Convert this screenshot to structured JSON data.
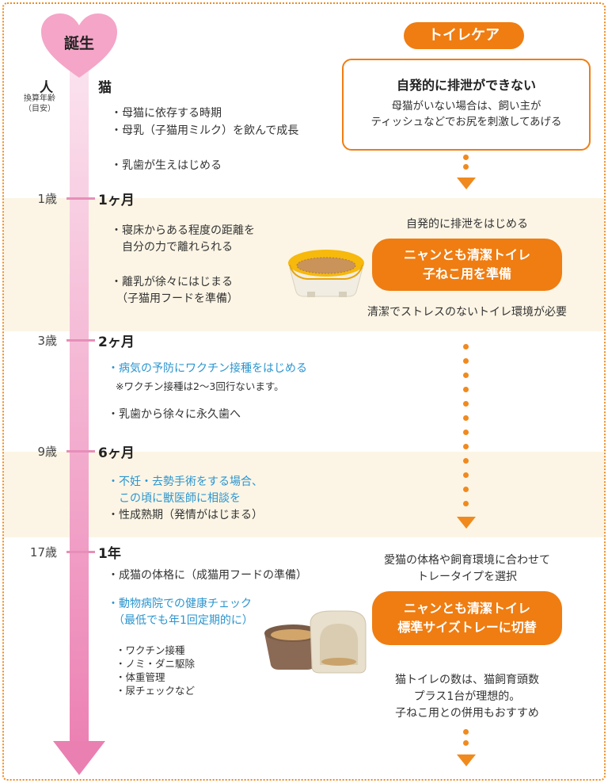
{
  "header": {
    "birth": "誕生",
    "toilet_care": "トイレケア",
    "human": "人",
    "human_note": "換算年齢\n（目安）",
    "cat": "猫"
  },
  "stages": [
    {
      "human_age": "",
      "cat_age": "",
      "items": [
        {
          "text": "・母猫に依存する時期",
          "color": "default"
        },
        {
          "text": "・母乳（子猫用ミルク）を飲んで成長",
          "color": "default"
        },
        {
          "text": "・乳歯が生えはじめる",
          "color": "default"
        }
      ]
    },
    {
      "human_age": "1歳",
      "cat_age": "1ヶ月",
      "items": [
        {
          "text": "・寝床からある程度の距離を\n　自分の力で離れられる",
          "color": "default"
        },
        {
          "text": "・離乳が徐々にはじまる\n　（子猫用フードを準備）",
          "color": "default"
        }
      ]
    },
    {
      "human_age": "3歳",
      "cat_age": "2ヶ月",
      "items": [
        {
          "text": "・病気の予防にワクチン接種をはじめる",
          "color": "blue"
        },
        {
          "text": "※ワクチン接種は2～3回行ないます。",
          "color": "default"
        },
        {
          "text": "・乳歯から徐々に永久歯へ",
          "color": "default"
        }
      ]
    },
    {
      "human_age": "9歳",
      "cat_age": "6ヶ月",
      "items": [
        {
          "text": "・不妊・去勢手術をする場合、\n　この頃に獣医師に相談を",
          "color": "blue"
        },
        {
          "text": "・性成熟期（発情がはじまる）",
          "color": "default"
        }
      ]
    },
    {
      "human_age": "17歳",
      "cat_age": "1年",
      "items": [
        {
          "text": "・成猫の体格に（成猫用フードの準備）",
          "color": "default"
        },
        {
          "text": "・動物病院での健康チェック\n　（最低でも年1回定期的に）",
          "color": "blue"
        },
        {
          "text": "・ワクチン接種\n・ノミ・ダニ駆除\n・体重管理\n・尿チェックなど",
          "color": "default"
        }
      ]
    }
  ],
  "care": {
    "box1_title": "自発的に排泄ができない",
    "box1_text": "母猫がいない場合は、飼い主が\nティッシュなどでお尻を刺激してあげる",
    "step2_top": "自発的に排泄をはじめる",
    "step2_pill": "ニャンとも清潔トイレ\n子ねこ用を準備",
    "step2_bottom": "清潔でストレスのないトイレ環境が必要",
    "step3_top": "愛猫の体格や飼育環境に合わせて\nトレータイプを選択",
    "step3_pill": "ニャンとも清潔トイレ\n標準サイズトレーに切替",
    "step3_bottom": "猫トイレの数は、猫飼育頭数\nプラス1台が理想的。\n子ねこ用との併用もおすすめ"
  },
  "colors": {
    "accent": "#ef7d12",
    "pink": "#ef90bd",
    "blue_text": "#2b95cf",
    "band": "#fcf5e5"
  }
}
